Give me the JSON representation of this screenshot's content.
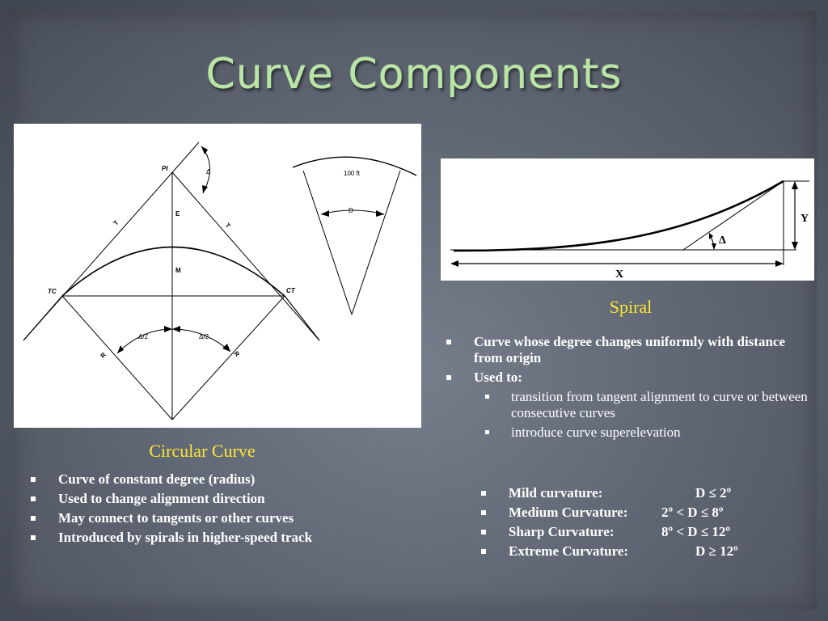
{
  "title": "Curve Components",
  "circular": {
    "caption": "Circular Curve",
    "diagram_labels": {
      "pi": "PI",
      "delta": "Δ",
      "t1": "T",
      "t2": "T",
      "e": "E",
      "m": "M",
      "tc": "TC",
      "ct": "CT",
      "half1": "Δ/2",
      "half2": "Δ/2",
      "r1": "R",
      "r2": "R",
      "chord": "100 ft",
      "d": "D"
    },
    "bullets": [
      "Curve of constant degree (radius)",
      "Used to change alignment direction",
      "May connect to tangents or other curves",
      "Introduced by spirals in higher-speed track"
    ]
  },
  "spiral": {
    "caption": "Spiral",
    "diagram_labels": {
      "y": "Y",
      "delta": "Δ",
      "x": "X"
    },
    "bullets": [
      "Curve whose degree changes uniformly with distance from origin",
      "Used to:"
    ],
    "sub_bullets": [
      "transition from tangent alignment to curve or between consecutive curves",
      "introduce curve superelevation"
    ]
  },
  "curvature": [
    {
      "name": "Mild curvature:",
      "range": "D ≤ 2º"
    },
    {
      "name": "Medium Curvature:",
      "range": "2º < D ≤ 8º"
    },
    {
      "name": "Sharp Curvature:",
      "range": "8º < D ≤ 12º"
    },
    {
      "name": "Extreme Curvature:",
      "range": "D ≥ 12º"
    }
  ]
}
